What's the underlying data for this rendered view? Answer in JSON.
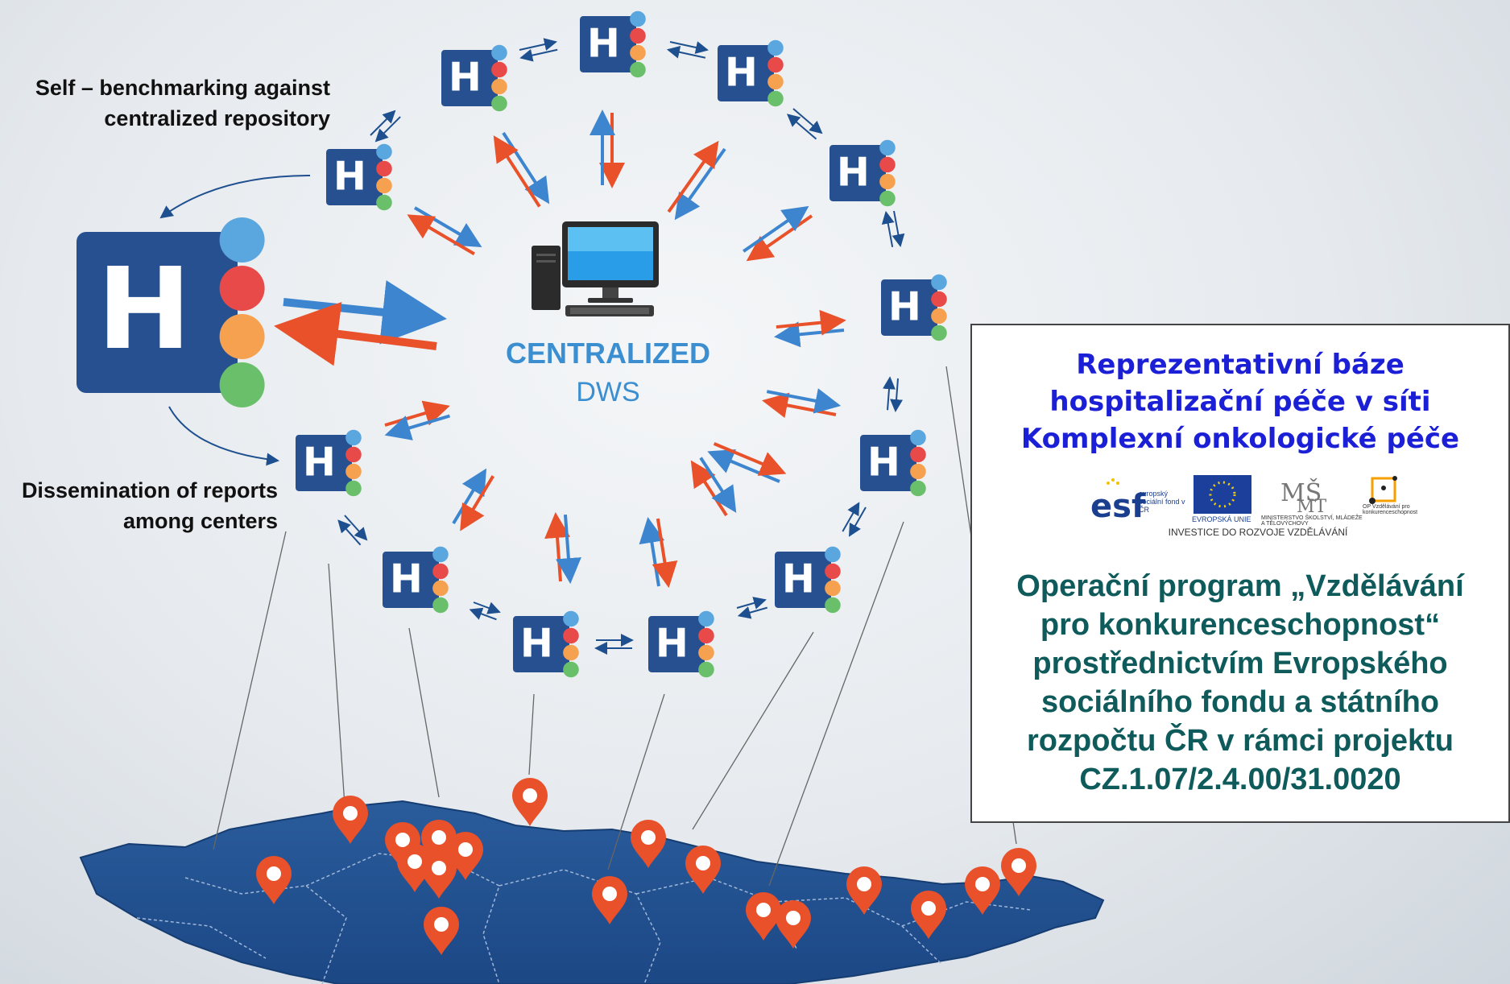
{
  "labels": {
    "self_benchmarking": "Self – benchmarking against\ncentralized repository",
    "dissemination": "Dissemination of reports\namong centers"
  },
  "center": {
    "title": "CENTRALIZED",
    "subtitle": "DWS",
    "icon": "desktop-computer-icon"
  },
  "hospital_icon": {
    "letter": "H",
    "colors": {
      "tile": "#26508f",
      "blue": "#5aa6df",
      "red": "#e84a4a",
      "orange": "#f5a150",
      "green": "#69bf6a"
    }
  },
  "arrow_colors": {
    "to_center": "#3d86cf",
    "from_center": "#e8512a"
  },
  "map": {
    "fill": "#1e4f8f",
    "pin_color": "#e8512a",
    "pin_icon": "map-pin-icon"
  },
  "info_box": {
    "title": "Reprezentativní báze\nhospitalizační péče v síti\nKomplexní onkologické péče",
    "logos": {
      "esf": "esf",
      "esf_caption": "evropský sociální fond v ČR",
      "eu_caption": "EVROPSKÁ UNIE",
      "msmt_caption": "MINISTERSTVO ŠKOLSTVÍ, MLÁDEŽE A TĚLOVÝCHOVY",
      "op_caption": "OP Vzdělávání pro konkurenceschopnost",
      "bottom": "INVESTICE DO ROZVOJE VZDĚLÁVÁNÍ"
    },
    "body": "Operační program „Vzdělávání\npro konkurenceschopnost“\nprostřednictvím Evropského\nsociálního fondu a státního\nrozpočtu ČR v rámci projektu\nCZ.1.07/2.4.00/31.0020"
  }
}
